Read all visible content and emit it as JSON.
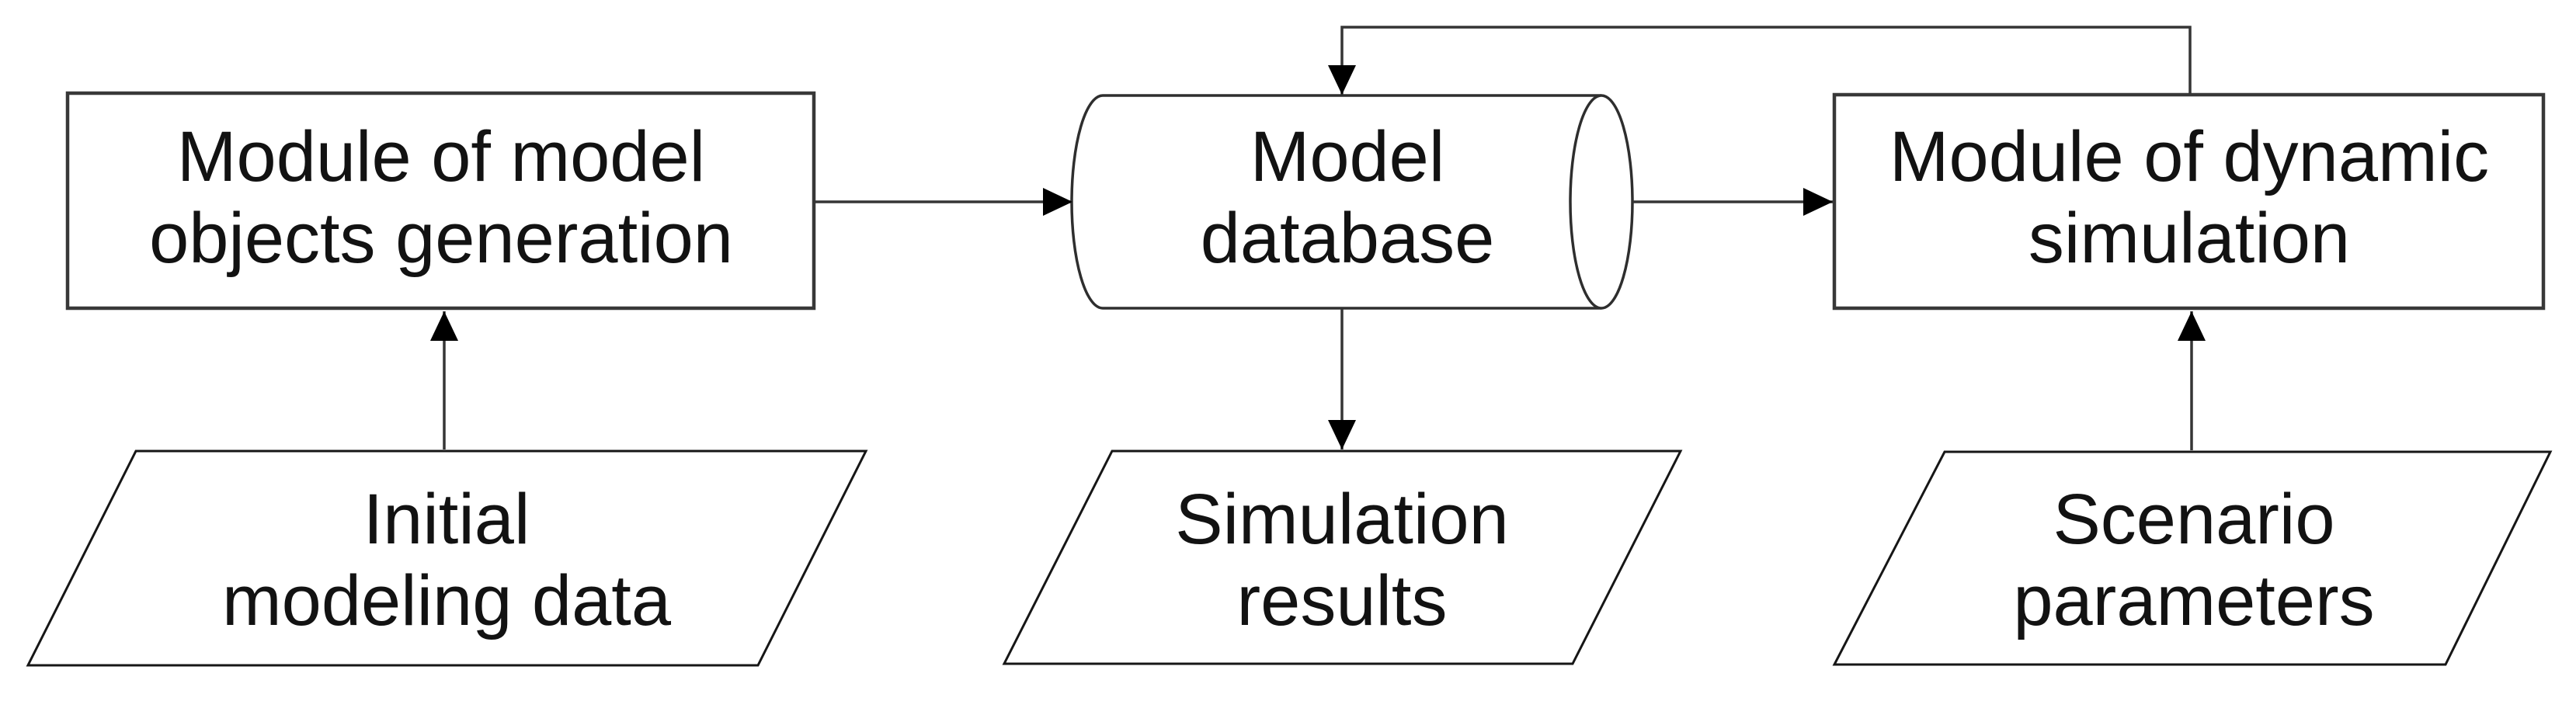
{
  "diagram": {
    "title": "Simulation system architecture flowchart",
    "colors": {
      "background": "#ffffff",
      "shape_fill": "#ffffff",
      "shape_stroke": "#2e2e2e",
      "text": "#121212",
      "arrowhead": "#000000"
    },
    "nodes": [
      {
        "id": "module-objects-generation",
        "shape": "rectangle",
        "label": "Module of model objects generation",
        "line1": "Module of model",
        "line2": "objects generation"
      },
      {
        "id": "model-database",
        "shape": "cylinder",
        "label": "Model database",
        "line1": "Model",
        "line2": "database"
      },
      {
        "id": "module-dynamic-simulation",
        "shape": "rectangle",
        "label": "Module of dynamic simulation",
        "line1": "Module of dynamic",
        "line2": "simulation"
      },
      {
        "id": "initial-modeling-data",
        "shape": "parallelogram",
        "label": "Initial modeling data",
        "line1": "Initial",
        "line2": "modeling data"
      },
      {
        "id": "simulation-results",
        "shape": "parallelogram",
        "label": "Simulation results",
        "line1": "Simulation",
        "line2": "results"
      },
      {
        "id": "scenario-parameters",
        "shape": "parallelogram",
        "label": "Scenario parameters",
        "line1": "Scenario",
        "line2": "parameters"
      }
    ],
    "edges": [
      {
        "id": "initial-to-generation",
        "from": "initial-modeling-data",
        "to": "module-objects-generation",
        "path": "up"
      },
      {
        "id": "generation-to-database",
        "from": "module-objects-generation",
        "to": "model-database",
        "path": "right"
      },
      {
        "id": "database-to-simulation",
        "from": "model-database",
        "to": "module-dynamic-simulation",
        "path": "right"
      },
      {
        "id": "simulation-feedback",
        "from": "module-dynamic-simulation",
        "to": "model-database",
        "path": "up-left-down"
      },
      {
        "id": "database-to-results",
        "from": "model-database",
        "to": "simulation-results",
        "path": "down"
      },
      {
        "id": "scenario-to-simulation",
        "from": "scenario-parameters",
        "to": "module-dynamic-simulation",
        "path": "up"
      }
    ]
  }
}
